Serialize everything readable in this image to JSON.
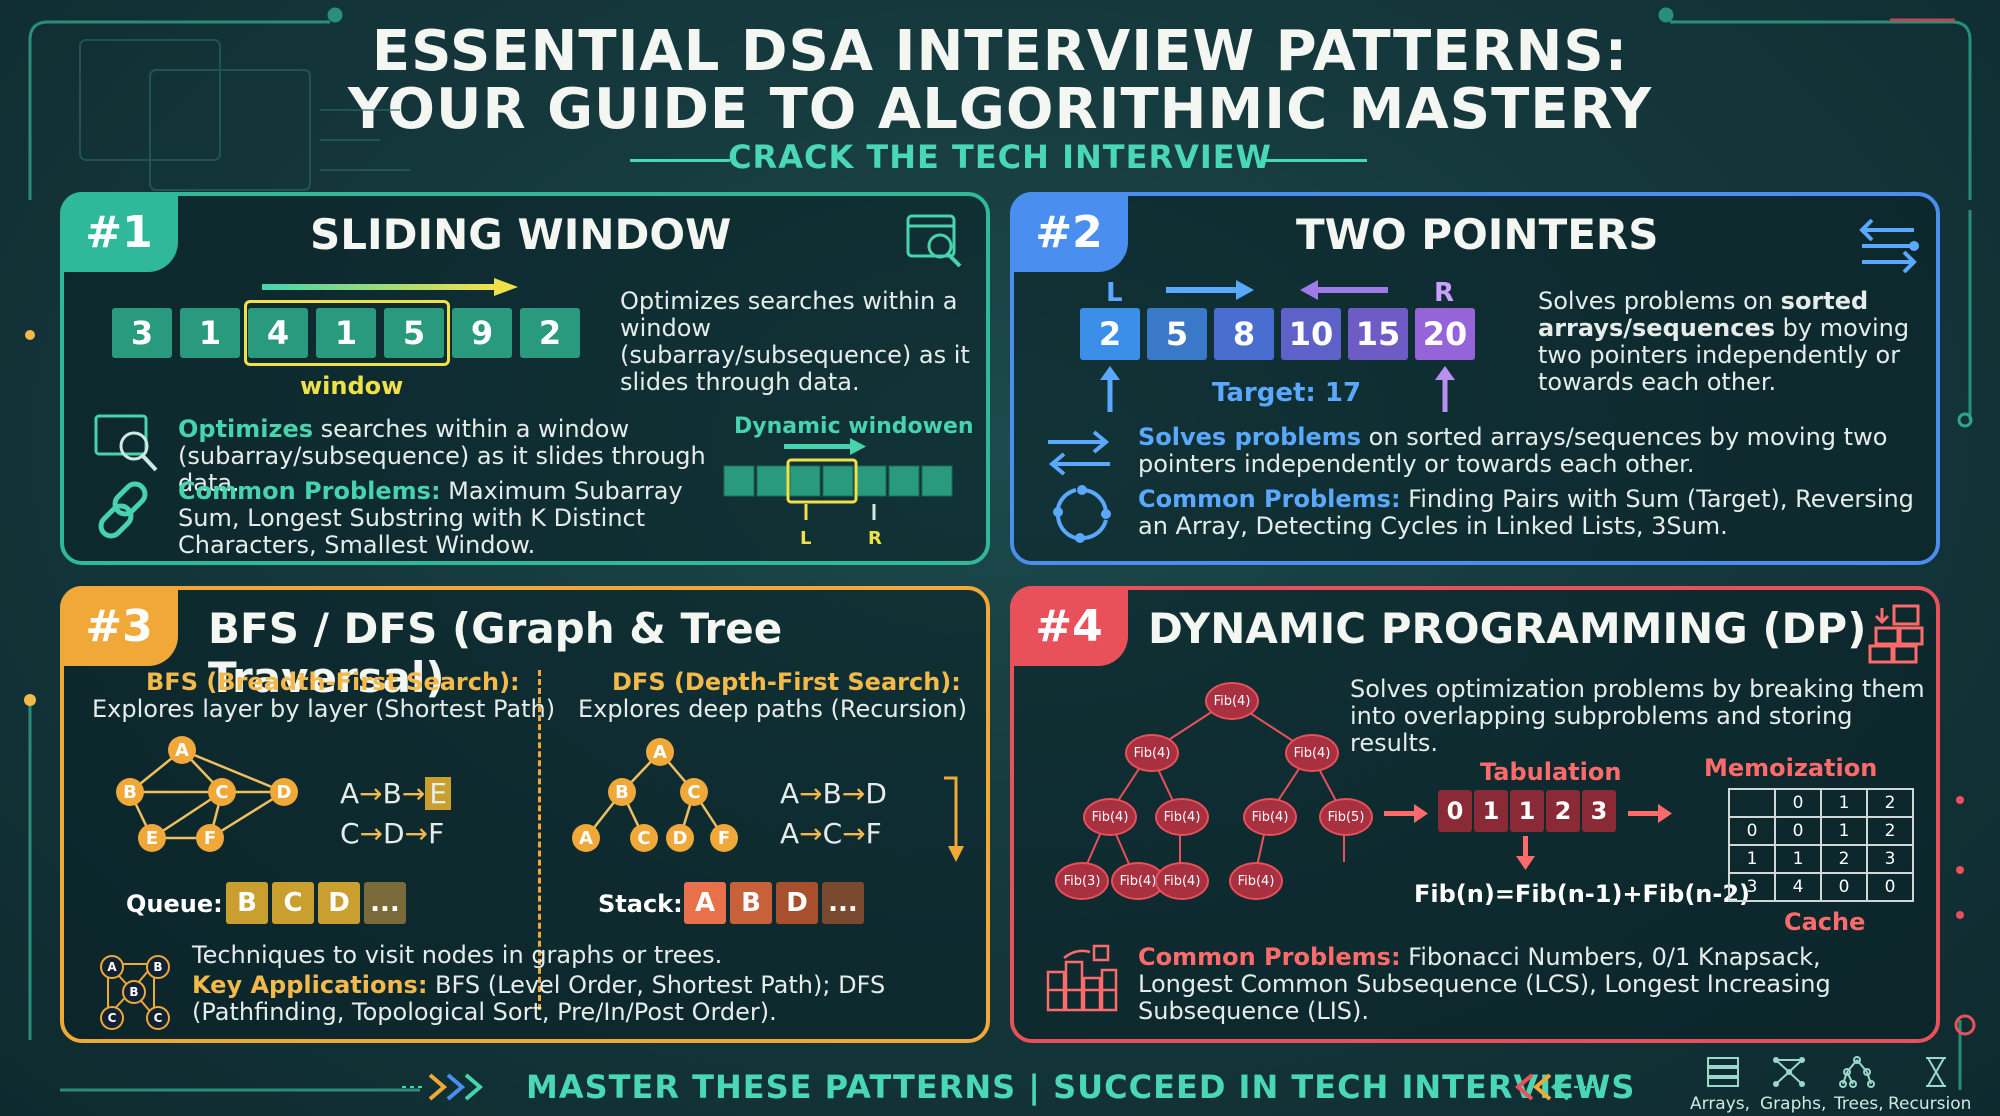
{
  "header": {
    "title_line1": "ESSENTIAL DSA INTERVIEW PATTERNS:",
    "title_line2": "YOUR GUIDE TO ALGORITHMIC MASTERY",
    "subtitle": "CRACK THE TECH INTERVIEW"
  },
  "colors": {
    "green": "#46d3ad",
    "blue": "#4a8ff0",
    "orange": "#f0a838",
    "red": "#e8505a"
  },
  "p1": {
    "num": "#1",
    "title": "SLIDING WINDOW",
    "array": [
      "3",
      "1",
      "4",
      "1",
      "5",
      "9",
      "2"
    ],
    "window_label": "window",
    "desc": "Optimizes searches within a window (subarray/subsequence) as it slides through data.",
    "opt_kw": "Optimizes",
    "opt_rest": " searches within a window (subarray/subsequence) as it slides through data.",
    "cp_kw": "Common Problems:",
    "cp_rest": " Maximum Subarray Sum, Longest Substring with K Distinct Characters, Smallest Window.",
    "dyn_label": "Dynamic windowen",
    "L": "L",
    "R": "R"
  },
  "p2": {
    "num": "#2",
    "title": "TWO POINTERS",
    "array": [
      "2",
      "5",
      "8",
      "10",
      "15",
      "20"
    ],
    "L": "L",
    "R": "R",
    "target": "Target: 17",
    "desc_a": "Solves problems on ",
    "desc_b": "sorted arrays/sequences",
    "desc_c": " by moving two pointers independently or towards each other.",
    "sp_kw": "Solves problems",
    "sp_rest": " on sorted arrays/sequences by moving two pointers independently or towards each other.",
    "cp_kw": "Common Problems:",
    "cp_rest": " Finding Pairs with Sum (Target), Reversing an Array, Detecting Cycles in Linked Lists, 3Sum."
  },
  "p3": {
    "num": "#3",
    "title": "BFS / DFS (Graph & Tree Traversal)",
    "bfs_head": "BFS (Breadth-First Search):",
    "bfs_sub": "Explores layer by layer (Shortest Path)",
    "dfs_head": "DFS (Depth-First Search):",
    "dfs_sub": "Explores deep paths (Recursion)",
    "bfs_nodes": [
      "A",
      "B",
      "C",
      "D",
      "E",
      "F"
    ],
    "dfs_nodes": [
      "A",
      "B",
      "C",
      "A",
      "C",
      "D",
      "F"
    ],
    "bfs_path1": [
      "A",
      "B",
      "E"
    ],
    "bfs_path2": [
      "C",
      "D",
      "F"
    ],
    "dfs_path1": [
      "A",
      "B",
      "D"
    ],
    "dfs_path2": [
      "A",
      "C",
      "F"
    ],
    "arrow": "→",
    "queue_label": "Queue:",
    "queue": [
      "B",
      "C",
      "D",
      "..."
    ],
    "stack_label": "Stack:",
    "stack": [
      "A",
      "B",
      "D",
      "..."
    ],
    "tech": "Techniques to visit nodes in graphs or trees.",
    "ka_kw": "Key Applications:",
    "ka_rest": " BFS (Level Order, Shortest Path); DFS (Pathfinding, Topological Sort, Pre/In/Post Order).",
    "icon_nodes": [
      "A",
      "B",
      "B",
      "C",
      "C"
    ]
  },
  "p4": {
    "num": "#4",
    "title": "DYNAMIC PROGRAMMING (DP)",
    "desc": "Solves optimization problems by breaking them into overlapping subproblems and storing results.",
    "tree_nodes": [
      "Fib(4)",
      "Fib(4)",
      "Fib(4)",
      "Fib(4)",
      "Fib(4)",
      "Fib(4)",
      "Fib(5)",
      "Fib(3)",
      "Fib(4)",
      "Fib(4)",
      "Fib(4)"
    ],
    "tab_label": "Tabulation",
    "tab": [
      "0",
      "1",
      "1",
      "2",
      "3"
    ],
    "formula": "Fib(n)=Fib(n-1)+Fib(n-2)",
    "memo_label": "Memoization",
    "memo": [
      [
        "",
        "0",
        "1",
        "2"
      ],
      [
        "0",
        "0",
        "1",
        "2"
      ],
      [
        "1",
        "1",
        "2",
        "3"
      ],
      [
        "3",
        "4",
        "0",
        "0"
      ]
    ],
    "cache_label": "Cache",
    "cp_kw": "Common Problems:",
    "cp_rest": " Fibonacci Numbers, 0/1 Knapsack, Longest Common Subsequence (LCS), Longest Increasing Subsequence (LIS)."
  },
  "footer": {
    "text": "MASTER THESE PATTERNS | SUCCEED IN TECH INTERVIEWS",
    "icons": [
      "Arrays,",
      "Graphs,",
      "Trees,",
      "Recursion"
    ]
  }
}
